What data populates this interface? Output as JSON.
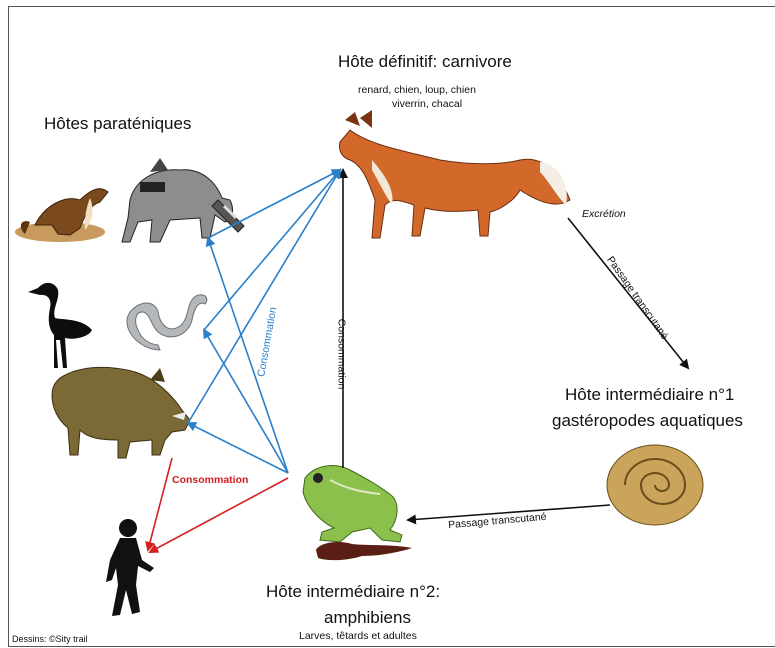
{
  "hosts": {
    "definitive": {
      "title": "Hôte définitif: carnivore",
      "subtitle_line1": "renard, chien, loup, chien",
      "subtitle_line2": "viverrin, chacal"
    },
    "paratenic": {
      "title": "Hôtes paraténiques"
    },
    "intermediate1": {
      "title_line1": "Hôte intermédiaire n°1",
      "title_line2": "gastéropodes aquatiques"
    },
    "intermediate2": {
      "title_line1": "Hôte intermédiaire n°2:",
      "title_line2": "amphibiens",
      "subtitle": "Larves, têtards et adultes"
    }
  },
  "arrows": {
    "excretion": "Excrétion",
    "passage_transcutane_1": "Passage transcutané",
    "passage_transcutane_2": "Passage transcutané",
    "consommation_vertical": "Consommation",
    "consommation_blue": "Consommation",
    "consommation_red": "Consommation"
  },
  "credits": "Dessins: ©Sity trail",
  "colors": {
    "blue_arrow": "#2a7fc9",
    "red_arrow": "#d42020",
    "black_arrow": "#111111",
    "red_label": "#d42020",
    "blue_label": "#2a7fc9"
  },
  "icons": [
    "fox-icon",
    "marten-icon",
    "raccoon-icon",
    "heron-icon",
    "snake-icon",
    "boar-icon",
    "human-icon",
    "frog-icon",
    "tadpole-icon",
    "snail-icon"
  ]
}
